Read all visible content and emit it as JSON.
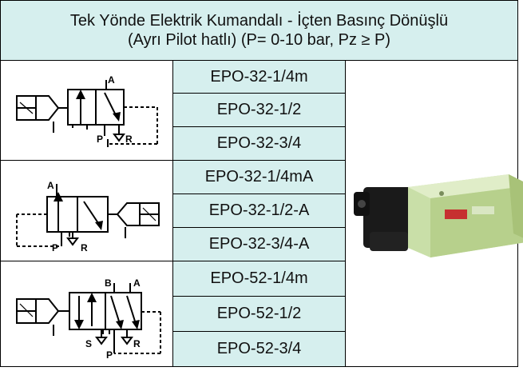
{
  "header": {
    "line1": "Tek Yönde Elektrik Kumandalı - İçten Basınç Dönüşlü",
    "line2": "(Ayrı Pilot hatlı) (P= 0-10 bar, Pz ≥ P)"
  },
  "groups": [
    {
      "symbol": {
        "labels": {
          "a": "A",
          "p": "P",
          "r": "R"
        }
      },
      "codes": [
        "EPO-32-1/4m",
        "EPO-32-1/2",
        "EPO-32-3/4"
      ]
    },
    {
      "symbol": {
        "labels": {
          "a": "A",
          "p": "P",
          "r": "R"
        }
      },
      "codes": [
        "EPO-32-1/4mA",
        "EPO-32-1/2-A",
        "EPO-32-3/4-A"
      ]
    },
    {
      "symbol": {
        "labels": {
          "a": "A",
          "b": "B",
          "p": "P",
          "r": "R",
          "s": "S"
        }
      },
      "codes": [
        "EPO-52-1/4m",
        "EPO-52-1/2",
        "EPO-52-3/4"
      ]
    }
  ],
  "photo": {
    "icon": "solenoid-valve-image"
  }
}
